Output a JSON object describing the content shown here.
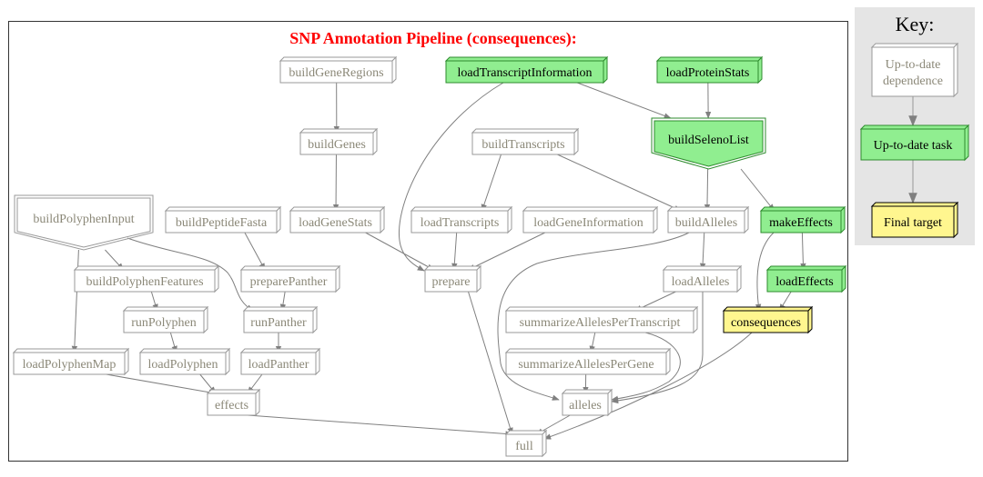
{
  "title": "SNP Annotation Pipeline (consequences):",
  "colors": {
    "title": "#ff0000",
    "dependence_fill": "#ffffff",
    "dependence_stroke": "#999999",
    "dependence_text": "#8b8878",
    "task_fill": "#90ee90",
    "task_stroke": "#2e8b2e",
    "task_text": "#000000",
    "target_fill": "#fff68f",
    "target_stroke": "#000000",
    "edge": "#808080",
    "key_bg": "#e5e5e5"
  },
  "nodes": [
    {
      "id": "buildGeneRegions",
      "label": "buildGeneRegions",
      "status": "dependence",
      "shape": "box"
    },
    {
      "id": "loadTranscriptInformation",
      "label": "loadTranscriptInformation",
      "status": "task",
      "shape": "box"
    },
    {
      "id": "loadProteinStats",
      "label": "loadProteinStats",
      "status": "task",
      "shape": "box"
    },
    {
      "id": "buildGenes",
      "label": "buildGenes",
      "status": "dependence",
      "shape": "box"
    },
    {
      "id": "buildTranscripts",
      "label": "buildTranscripts",
      "status": "dependence",
      "shape": "box"
    },
    {
      "id": "buildSelenoList",
      "label": "buildSelenoList",
      "status": "task",
      "shape": "pentagon"
    },
    {
      "id": "buildPolyphenInput",
      "label": "buildPolyphenInput",
      "status": "dependence",
      "shape": "pentagon"
    },
    {
      "id": "buildPeptideFasta",
      "label": "buildPeptideFasta",
      "status": "dependence",
      "shape": "box"
    },
    {
      "id": "loadGeneStats",
      "label": "loadGeneStats",
      "status": "dependence",
      "shape": "box"
    },
    {
      "id": "loadTranscripts",
      "label": "loadTranscripts",
      "status": "dependence",
      "shape": "box"
    },
    {
      "id": "loadGeneInformation",
      "label": "loadGeneInformation",
      "status": "dependence",
      "shape": "box"
    },
    {
      "id": "buildAlleles",
      "label": "buildAlleles",
      "status": "dependence",
      "shape": "box"
    },
    {
      "id": "makeEffects",
      "label": "makeEffects",
      "status": "task",
      "shape": "box"
    },
    {
      "id": "buildPolyphenFeatures",
      "label": "buildPolyphenFeatures",
      "status": "dependence",
      "shape": "box"
    },
    {
      "id": "preparePanther",
      "label": "preparePanther",
      "status": "dependence",
      "shape": "box"
    },
    {
      "id": "prepare",
      "label": "prepare",
      "status": "dependence",
      "shape": "box"
    },
    {
      "id": "loadAlleles",
      "label": "loadAlleles",
      "status": "dependence",
      "shape": "box"
    },
    {
      "id": "loadEffects",
      "label": "loadEffects",
      "status": "task",
      "shape": "box"
    },
    {
      "id": "runPolyphen",
      "label": "runPolyphen",
      "status": "dependence",
      "shape": "box"
    },
    {
      "id": "runPanther",
      "label": "runPanther",
      "status": "dependence",
      "shape": "box"
    },
    {
      "id": "summarizeAllelesPerTranscript",
      "label": "summarizeAllelesPerTranscript",
      "status": "dependence",
      "shape": "box"
    },
    {
      "id": "consequences",
      "label": "consequences",
      "status": "target",
      "shape": "box"
    },
    {
      "id": "loadPolyphenMap",
      "label": "loadPolyphenMap",
      "status": "dependence",
      "shape": "box"
    },
    {
      "id": "loadPolyphen",
      "label": "loadPolyphen",
      "status": "dependence",
      "shape": "box"
    },
    {
      "id": "loadPanther",
      "label": "loadPanther",
      "status": "dependence",
      "shape": "box"
    },
    {
      "id": "summarizeAllelesPerGene",
      "label": "summarizeAllelesPerGene",
      "status": "dependence",
      "shape": "box"
    },
    {
      "id": "effects",
      "label": "effects",
      "status": "dependence",
      "shape": "box"
    },
    {
      "id": "alleles",
      "label": "alleles",
      "status": "dependence",
      "shape": "box"
    },
    {
      "id": "full",
      "label": "full",
      "status": "dependence",
      "shape": "box"
    }
  ],
  "edges": [
    [
      "buildGeneRegions",
      "buildGenes"
    ],
    [
      "buildGenes",
      "loadGeneStats"
    ],
    [
      "loadTranscriptInformation",
      "buildSelenoList"
    ],
    [
      "loadTranscriptInformation",
      "prepare"
    ],
    [
      "loadProteinStats",
      "buildSelenoList"
    ],
    [
      "buildTranscripts",
      "loadTranscripts"
    ],
    [
      "buildTranscripts",
      "buildAlleles"
    ],
    [
      "buildSelenoList",
      "buildAlleles"
    ],
    [
      "buildSelenoList",
      "makeEffects"
    ],
    [
      "buildPolyphenInput",
      "loadPolyphenMap"
    ],
    [
      "buildPolyphenInput",
      "buildPolyphenFeatures"
    ],
    [
      "buildPolyphenInput",
      "runPanther"
    ],
    [
      "buildPeptideFasta",
      "preparePanther"
    ],
    [
      "loadGeneStats",
      "prepare"
    ],
    [
      "loadTranscripts",
      "prepare"
    ],
    [
      "loadGeneInformation",
      "prepare"
    ],
    [
      "buildAlleles",
      "loadAlleles"
    ],
    [
      "buildAlleles",
      "alleles"
    ],
    [
      "makeEffects",
      "loadEffects"
    ],
    [
      "makeEffects",
      "consequences"
    ],
    [
      "loadEffects",
      "consequences"
    ],
    [
      "buildPolyphenFeatures",
      "runPolyphen"
    ],
    [
      "preparePanther",
      "runPanther"
    ],
    [
      "runPolyphen",
      "loadPolyphen"
    ],
    [
      "runPanther",
      "loadPanther"
    ],
    [
      "loadAlleles",
      "summarizeAllelesPerTranscript"
    ],
    [
      "loadAlleles",
      "alleles"
    ],
    [
      "summarizeAllelesPerTranscript",
      "summarizeAllelesPerGene"
    ],
    [
      "summarizeAllelesPerTranscript",
      "alleles"
    ],
    [
      "summarizeAllelesPerGene",
      "alleles"
    ],
    [
      "loadPolyphenMap",
      "effects"
    ],
    [
      "loadPolyphen",
      "effects"
    ],
    [
      "loadPanther",
      "effects"
    ],
    [
      "effects",
      "full"
    ],
    [
      "prepare",
      "full"
    ],
    [
      "alleles",
      "full"
    ],
    [
      "consequences",
      "full"
    ]
  ],
  "key": {
    "title": "Key:",
    "items": [
      {
        "id": "key-dependence",
        "lines": [
          "Up-to-date",
          "dependence"
        ],
        "status": "dependence"
      },
      {
        "id": "key-task",
        "lines": [
          "Up-to-date task"
        ],
        "status": "task"
      },
      {
        "id": "key-target",
        "lines": [
          "Final target"
        ],
        "status": "target"
      }
    ]
  }
}
